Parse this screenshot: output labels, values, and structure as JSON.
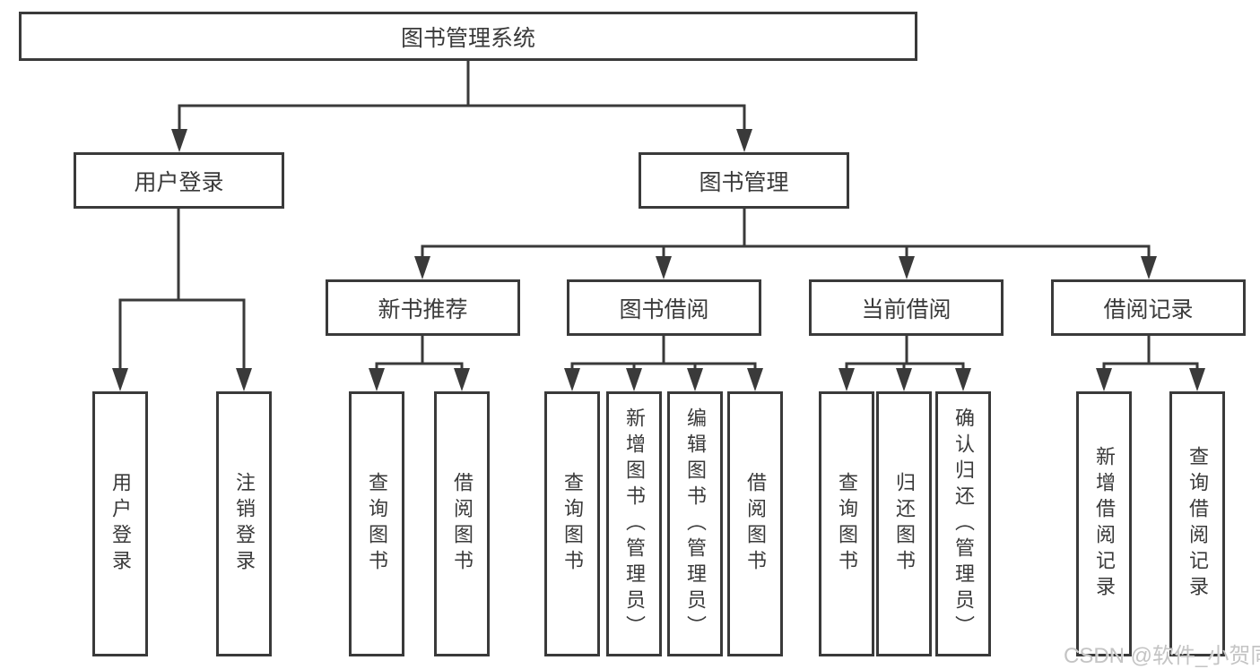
{
  "diagram_title": "图书管理系统",
  "colors": {
    "line": "#3a3a3a",
    "text": "#3a3a3a",
    "background": "#ffffff",
    "watermark": "#c4c4c4"
  },
  "watermark": {
    "text": "CSDN @软件_小贺同学"
  },
  "tree": {
    "label": "图书管理系统",
    "children": [
      {
        "label": "用户登录",
        "children": [
          {
            "label": "用户登录"
          },
          {
            "label": "注销登录"
          }
        ]
      },
      {
        "label": "图书管理",
        "children": [
          {
            "label": "新书推荐",
            "children": [
              {
                "label": "查询图书"
              },
              {
                "label": "借阅图书"
              }
            ]
          },
          {
            "label": "图书借阅",
            "children": [
              {
                "label": "查询图书"
              },
              {
                "label": "新增图书（管理员）"
              },
              {
                "label": "编辑图书（管理员）"
              },
              {
                "label": "借阅图书"
              }
            ]
          },
          {
            "label": "当前借阅",
            "children": [
              {
                "label": "查询图书"
              },
              {
                "label": "归还图书"
              },
              {
                "label": "确认归还（管理员）"
              }
            ]
          },
          {
            "label": "借阅记录",
            "children": [
              {
                "label": "新增借阅记录"
              },
              {
                "label": "查询借阅记录"
              }
            ]
          }
        ]
      }
    ]
  }
}
